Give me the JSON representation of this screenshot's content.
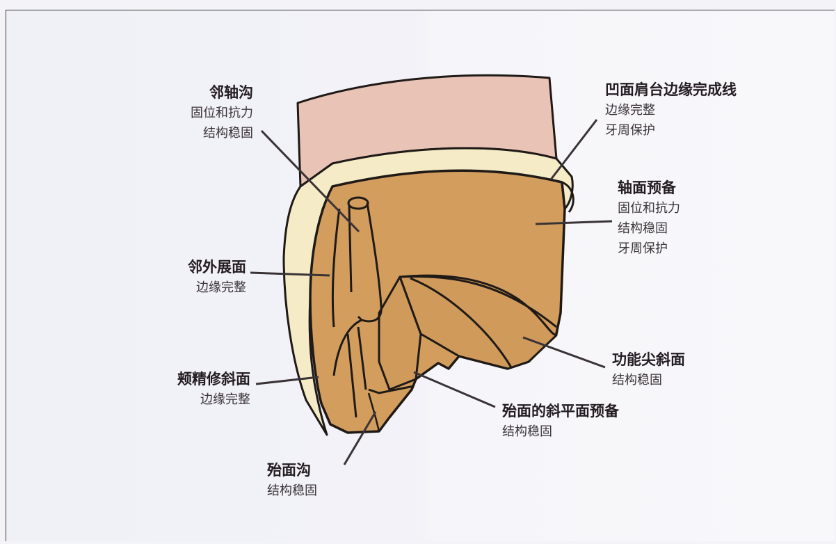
{
  "labels": {
    "proximal_groove": {
      "title": "邻轴沟",
      "lines": [
        "固位和抗力",
        "结构稳固"
      ]
    },
    "shoulder_margin": {
      "title": "凹面肩台边缘完成线",
      "lines": [
        "边缘完整",
        "牙周保护"
      ]
    },
    "axial_prep": {
      "title": "轴面预备",
      "lines": [
        "固位和抗力",
        "结构稳固",
        "牙周保护"
      ]
    },
    "proximal_flare": {
      "title": "邻外展面",
      "lines": [
        "边缘完整"
      ]
    },
    "functional_cusp_bevel": {
      "title": "功能尖斜面",
      "lines": [
        "结构稳固"
      ]
    },
    "buccal_finish_bevel": {
      "title": "颊精修斜面",
      "lines": [
        "边缘完整"
      ]
    },
    "occlusal_bevel_prep": {
      "title": "殆面的斜平面预备",
      "lines": [
        "结构稳固"
      ]
    },
    "occlusal_groove": {
      "title": "殆面沟",
      "lines": [
        "结构稳固"
      ]
    }
  },
  "colors": {
    "gingiva": "#e9c3b5",
    "enamel_band": "#f5ebc7",
    "prepared_surface": "#d29d5d",
    "outline": "#1f1a17"
  }
}
